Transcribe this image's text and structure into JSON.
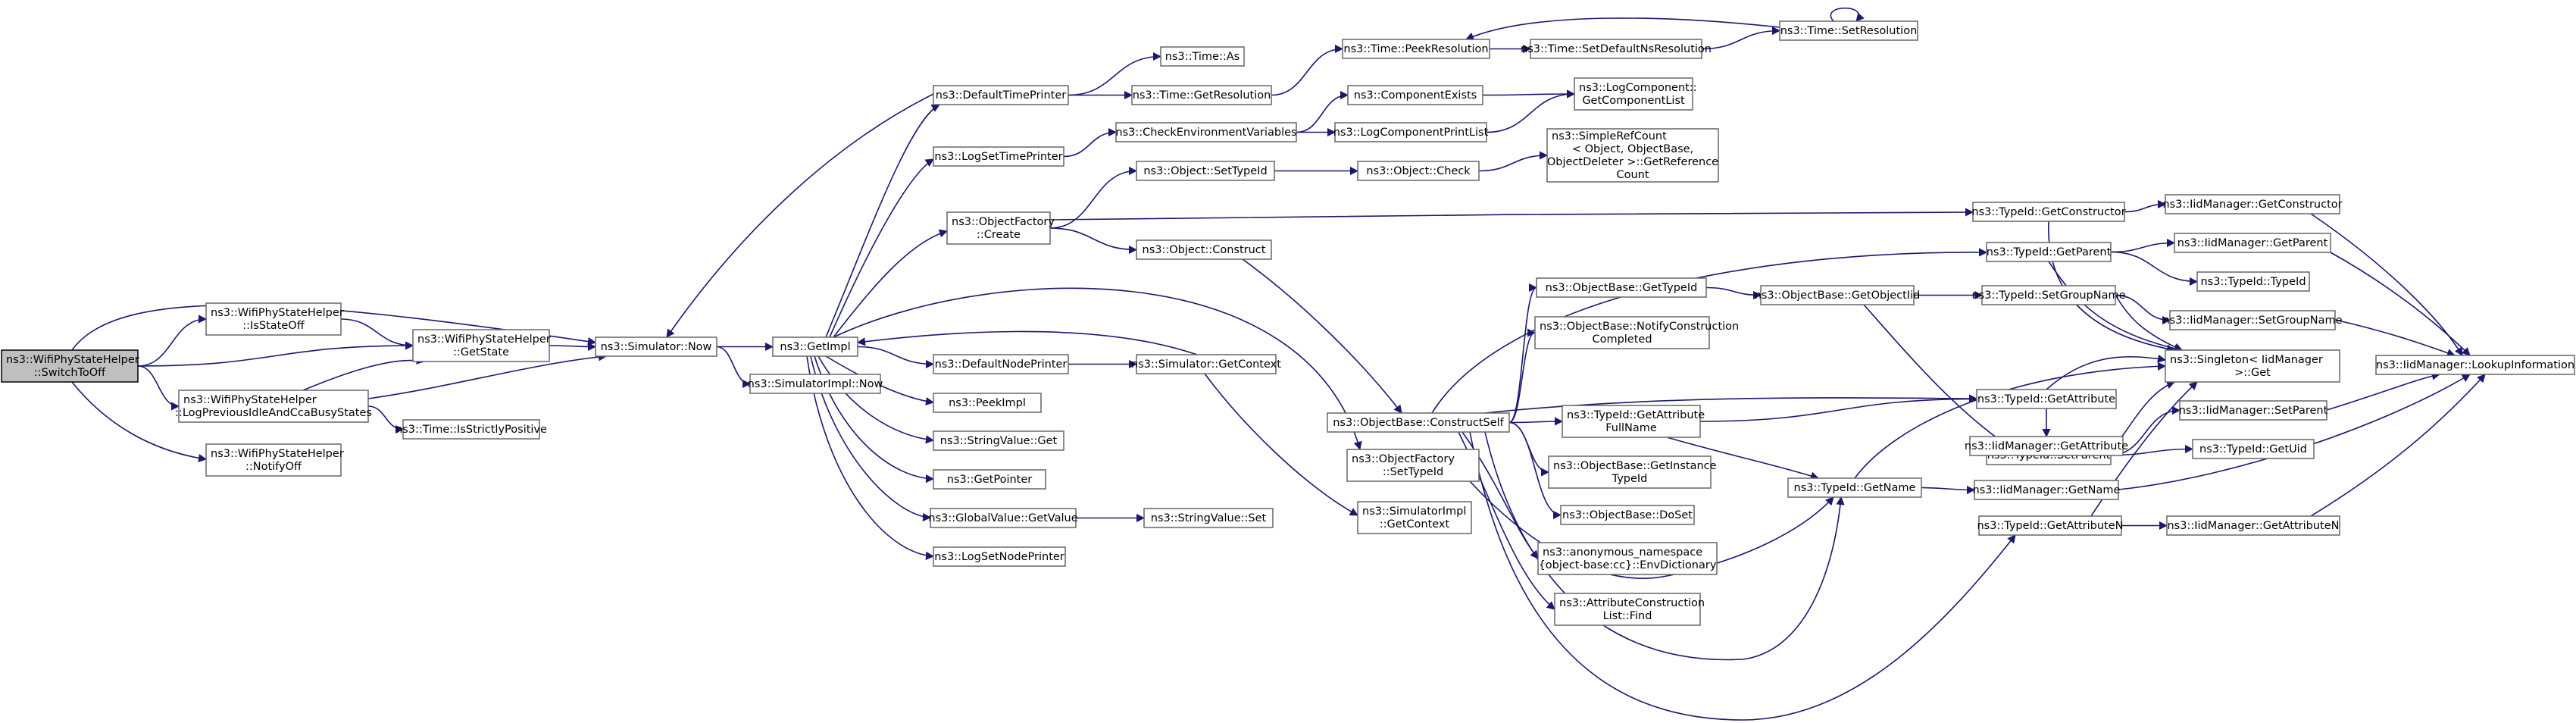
{
  "diagram": {
    "nodes": [
      {
        "id": "n1",
        "lines": [
          "ns3::WifiPhyStateHelper",
          "::SwitchToOff"
        ],
        "root": true
      },
      {
        "id": "n2",
        "lines": [
          "ns3::WifiPhyStateHelper",
          "::IsStateOff"
        ]
      },
      {
        "id": "n3",
        "lines": [
          "ns3::WifiPhyStateHelper",
          "::LogPreviousIdleAndCcaBusyStates"
        ]
      },
      {
        "id": "n4",
        "lines": [
          "ns3::WifiPhyStateHelper",
          "::NotifyOff"
        ]
      },
      {
        "id": "n5",
        "lines": [
          "ns3::WifiPhyStateHelper",
          "::GetState"
        ]
      },
      {
        "id": "n6",
        "lines": [
          "ns3::Time::IsStrictlyPositive"
        ]
      },
      {
        "id": "n7",
        "lines": [
          "ns3::Simulator::Now"
        ]
      },
      {
        "id": "n8",
        "lines": [
          "ns3::GetImpl"
        ]
      },
      {
        "id": "n9",
        "lines": [
          "ns3::SimulatorImpl::Now"
        ]
      },
      {
        "id": "n10",
        "lines": [
          "ns3::DefaultTimePrinter"
        ]
      },
      {
        "id": "n11",
        "lines": [
          "ns3::LogSetTimePrinter"
        ]
      },
      {
        "id": "n12",
        "lines": [
          "ns3::ObjectFactory",
          "::Create"
        ]
      },
      {
        "id": "n13",
        "lines": [
          "ns3::DefaultNodePrinter"
        ]
      },
      {
        "id": "n14",
        "lines": [
          "ns3::PeekImpl"
        ]
      },
      {
        "id": "n15",
        "lines": [
          "ns3::StringValue::Get"
        ]
      },
      {
        "id": "n16",
        "lines": [
          "ns3::GetPointer"
        ]
      },
      {
        "id": "n17",
        "lines": [
          "ns3::GlobalValue::GetValue"
        ]
      },
      {
        "id": "n18",
        "lines": [
          "ns3::LogSetNodePrinter"
        ]
      },
      {
        "id": "n19",
        "lines": [
          "ns3::Time::As"
        ]
      },
      {
        "id": "n20",
        "lines": [
          "ns3::Time::GetResolution"
        ]
      },
      {
        "id": "n21",
        "lines": [
          "ns3::CheckEnvironmentVariables"
        ]
      },
      {
        "id": "n22",
        "lines": [
          "ns3::Object::SetTypeId"
        ]
      },
      {
        "id": "n23",
        "lines": [
          "ns3::Object::Construct"
        ]
      },
      {
        "id": "n24",
        "lines": [
          "ns3::Simulator::GetContext"
        ]
      },
      {
        "id": "n25",
        "lines": [
          "ns3::StringValue::Set"
        ]
      },
      {
        "id": "n26",
        "lines": [
          "ns3::Time::PeekResolution"
        ]
      },
      {
        "id": "n27",
        "lines": [
          "ns3::ComponentExists"
        ]
      },
      {
        "id": "n28",
        "lines": [
          "ns3::LogComponentPrintList"
        ]
      },
      {
        "id": "n29",
        "lines": [
          "ns3::Object::Check"
        ]
      },
      {
        "id": "n30",
        "lines": [
          "ns3::ObjectBase::ConstructSelf"
        ]
      },
      {
        "id": "n31",
        "lines": [
          "ns3::ObjectFactory",
          "::SetTypeId"
        ]
      },
      {
        "id": "n32",
        "lines": [
          "ns3::SimulatorImpl",
          "::GetContext"
        ]
      },
      {
        "id": "n33",
        "lines": [
          "ns3::Time::SetDefaultNsResolution"
        ]
      },
      {
        "id": "n34",
        "lines": [
          "ns3::Time::SetResolution"
        ]
      },
      {
        "id": "n35",
        "lines": [
          "ns3::LogComponent::",
          "GetComponentList"
        ]
      },
      {
        "id": "n36",
        "lines": [
          "ns3::SimpleRefCount",
          "< Object, ObjectBase,",
          "ObjectDeleter >::GetReference",
          "Count"
        ]
      },
      {
        "id": "n37",
        "lines": [
          "ns3::ObjectBase::GetTypeId"
        ]
      },
      {
        "id": "n38",
        "lines": [
          "ns3::ObjectBase::NotifyConstruction",
          "Completed"
        ]
      },
      {
        "id": "n39",
        "lines": [
          "ns3::TypeId::GetAttribute",
          "FullName"
        ]
      },
      {
        "id": "n40",
        "lines": [
          "ns3::ObjectBase::GetInstance",
          "TypeId"
        ]
      },
      {
        "id": "n41",
        "lines": [
          "ns3::ObjectBase::DoSet"
        ]
      },
      {
        "id": "n42",
        "lines": [
          "ns3::anonymous_namespace",
          "{object-base:cc}::EnvDictionary"
        ]
      },
      {
        "id": "n43",
        "lines": [
          "ns3::AttributeConstruction",
          "List::Find"
        ]
      },
      {
        "id": "n44",
        "lines": [
          "ns3::ObjectBase::GetObjectIid"
        ]
      },
      {
        "id": "n45",
        "lines": [
          "ns3::TypeId::GetConstructor"
        ]
      },
      {
        "id": "n46",
        "lines": [
          "ns3::TypeId::GetParent"
        ]
      },
      {
        "id": "n47",
        "lines": [
          "ns3::TypeId::SetGroupName"
        ]
      },
      {
        "id": "n48",
        "lines": [
          "ns3::TypeId::GetAttribute"
        ]
      },
      {
        "id": "n49",
        "lines": [
          "ns3::TypeId::GetName"
        ]
      },
      {
        "id": "n50",
        "lines": [
          "ns3::TypeId::SetParent"
        ]
      },
      {
        "id": "n51",
        "lines": [
          "ns3::TypeId::GetAttributeN"
        ]
      },
      {
        "id": "n52",
        "lines": [
          "ns3::IidManager::GetConstructor"
        ]
      },
      {
        "id": "n53",
        "lines": [
          "ns3::IidManager::GetParent"
        ]
      },
      {
        "id": "n54",
        "lines": [
          "ns3::TypeId::TypeId"
        ]
      },
      {
        "id": "n55",
        "lines": [
          "ns3::IidManager::SetGroupName"
        ]
      },
      {
        "id": "n56",
        "lines": [
          "ns3::Singleton< IidManager",
          ">::Get"
        ]
      },
      {
        "id": "n57",
        "lines": [
          "ns3::IidManager::SetParent"
        ]
      },
      {
        "id": "n58",
        "lines": [
          "ns3::TypeId::GetUid"
        ]
      },
      {
        "id": "n59",
        "lines": [
          "ns3::IidManager::GetAttribute"
        ]
      },
      {
        "id": "n60",
        "lines": [
          "ns3::IidManager::GetName"
        ]
      },
      {
        "id": "n61",
        "lines": [
          "ns3::IidManager::GetAttributeN"
        ]
      },
      {
        "id": "n62",
        "lines": [
          "ns3::IidManager::LookupInformation"
        ]
      }
    ],
    "edges": [
      [
        "n1",
        "n2"
      ],
      [
        "n1",
        "n7"
      ],
      [
        "n1",
        "n5"
      ],
      [
        "n1",
        "n3"
      ],
      [
        "n1",
        "n4"
      ],
      [
        "n2",
        "n5"
      ],
      [
        "n3",
        "n5"
      ],
      [
        "n3",
        "n7"
      ],
      [
        "n3",
        "n6"
      ],
      [
        "n5",
        "n7"
      ],
      [
        "n7",
        "n8"
      ],
      [
        "n7",
        "n9"
      ],
      [
        "n8",
        "n10"
      ],
      [
        "n8",
        "n11"
      ],
      [
        "n8",
        "n12"
      ],
      [
        "n8",
        "n13"
      ],
      [
        "n8",
        "n14"
      ],
      [
        "n8",
        "n15"
      ],
      [
        "n8",
        "n16"
      ],
      [
        "n8",
        "n17"
      ],
      [
        "n8",
        "n18"
      ],
      [
        "n8",
        "n31"
      ],
      [
        "n10",
        "n7"
      ],
      [
        "n10",
        "n19"
      ],
      [
        "n10",
        "n20"
      ],
      [
        "n11",
        "n21"
      ],
      [
        "n12",
        "n22"
      ],
      [
        "n12",
        "n23"
      ],
      [
        "n12",
        "n45"
      ],
      [
        "n13",
        "n24"
      ],
      [
        "n24",
        "n8"
      ],
      [
        "n24",
        "n32"
      ],
      [
        "n17",
        "n25"
      ],
      [
        "n20",
        "n26"
      ],
      [
        "n26",
        "n33"
      ],
      [
        "n33",
        "n34"
      ],
      [
        "n34",
        "n26"
      ],
      [
        "n34",
        "n34"
      ],
      [
        "n21",
        "n27"
      ],
      [
        "n21",
        "n28"
      ],
      [
        "n27",
        "n35"
      ],
      [
        "n28",
        "n35"
      ],
      [
        "n22",
        "n29"
      ],
      [
        "n29",
        "n36"
      ],
      [
        "n23",
        "n30"
      ],
      [
        "n30",
        "n37"
      ],
      [
        "n30",
        "n38"
      ],
      [
        "n30",
        "n39"
      ],
      [
        "n30",
        "n40"
      ],
      [
        "n30",
        "n41"
      ],
      [
        "n30",
        "n42"
      ],
      [
        "n30",
        "n43"
      ],
      [
        "n30",
        "n46"
      ],
      [
        "n30",
        "n48"
      ],
      [
        "n30",
        "n49"
      ],
      [
        "n30",
        "n51"
      ],
      [
        "n31",
        "n49"
      ],
      [
        "n37",
        "n44"
      ],
      [
        "n44",
        "n47"
      ],
      [
        "n44",
        "n50"
      ],
      [
        "n39",
        "n48"
      ],
      [
        "n39",
        "n49"
      ],
      [
        "n45",
        "n52"
      ],
      [
        "n45",
        "n56"
      ],
      [
        "n46",
        "n53"
      ],
      [
        "n46",
        "n54"
      ],
      [
        "n46",
        "n56"
      ],
      [
        "n47",
        "n55"
      ],
      [
        "n47",
        "n56"
      ],
      [
        "n48",
        "n56"
      ],
      [
        "n48",
        "n59"
      ],
      [
        "n49",
        "n60"
      ],
      [
        "n49",
        "n56"
      ],
      [
        "n50",
        "n57"
      ],
      [
        "n50",
        "n58"
      ],
      [
        "n50",
        "n56"
      ],
      [
        "n51",
        "n61"
      ],
      [
        "n51",
        "n56"
      ],
      [
        "n52",
        "n62"
      ],
      [
        "n53",
        "n62"
      ],
      [
        "n55",
        "n62"
      ],
      [
        "n57",
        "n62"
      ],
      [
        "n60",
        "n62"
      ],
      [
        "n61",
        "n62"
      ]
    ]
  }
}
